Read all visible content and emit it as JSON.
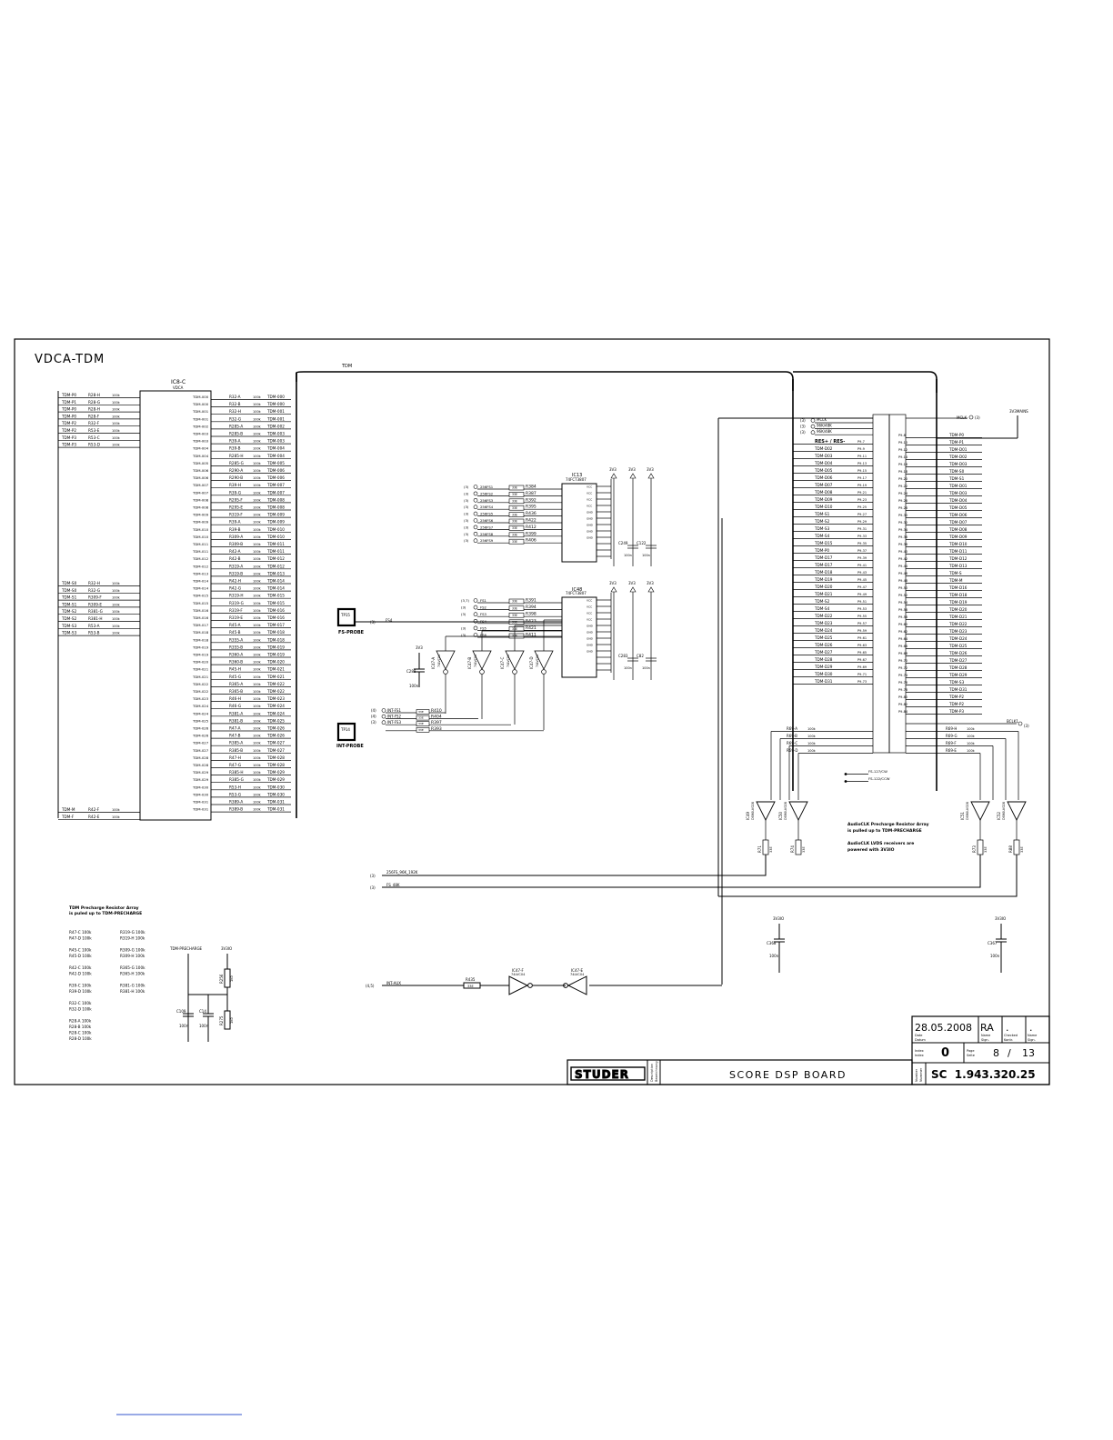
{
  "sheet_title": "VDCA-TDM",
  "bus_label": "TDM",
  "left_block": {
    "title": "IC8-C",
    "subtitle": "VDCA",
    "left_inputs": [
      "TDM-P0",
      "TDM-P1",
      "TDM-P0",
      "TDM-P0",
      "TDM-P2",
      "TDM-P2",
      "TDM-P3",
      "TDM-P3",
      "TDM-S0",
      "TDM-S0",
      "TDM-S1",
      "TDM-S1",
      "TDM-S2",
      "TDM-S2",
      "TDM-S3",
      "TDM-S3",
      "TDM-M",
      "TDM-F"
    ],
    "left_resistors": [
      "R28-H",
      "R28-G",
      "R28-H",
      "R28-F",
      "R32-F",
      "R53-E",
      "R53-C",
      "R53-D",
      "R32-H",
      "R32-G",
      "R309-F",
      "R309-E",
      "R381-G",
      "R381-H",
      "R53-A",
      "R53-B",
      "R42-F",
      "R42-E"
    ],
    "right_outputs": [
      "TDM-000",
      "TDM-000",
      "TDM-001",
      "TDM-001",
      "TDM-002",
      "TDM-003",
      "TDM-003",
      "TDM-004",
      "TDM-004",
      "TDM-005",
      "TDM-006",
      "TDM-006",
      "TDM-007",
      "TDM-007",
      "TDM-008",
      "TDM-008",
      "TDM-009",
      "TDM-009",
      "TDM-010",
      "TDM-010",
      "TDM-011",
      "TDM-011",
      "TDM-012",
      "TDM-012",
      "TDM-013",
      "TDM-014",
      "TDM-014",
      "TDM-015",
      "TDM-015",
      "TDM-016",
      "TDM-016",
      "TDM-017",
      "TDM-018",
      "TDM-018",
      "TDM-019",
      "TDM-019",
      "TDM-020",
      "TDM-021",
      "TDM-021",
      "TDM-022",
      "TDM-022",
      "TDM-023",
      "TDM-024",
      "TDM-024",
      "TDM-025",
      "TDM-026",
      "TDM-026",
      "TDM-027",
      "TDM-027",
      "TDM-028",
      "TDM-028",
      "TDM-029",
      "TDM-029",
      "TDM-030",
      "TDM-030",
      "TDM-031",
      "TDM-031"
    ],
    "right_resistors": [
      "R32-A",
      "R32-B",
      "R32-H",
      "R32-G",
      "R285-A",
      "R285-B",
      "R39-A",
      "R39-B",
      "R285-H",
      "R285-G",
      "R290-A",
      "R290-B",
      "R39-H",
      "R39-G",
      "R295-F",
      "R295-E",
      "R319-F",
      "R39-A",
      "R39-B",
      "R309-A",
      "R309-B",
      "R42-A",
      "R42-B",
      "R319-A",
      "R319-B",
      "R42-H",
      "R42-G",
      "R319-H",
      "R319-G",
      "R319-F",
      "R319-E",
      "R45-A",
      "R45-B",
      "R355-A",
      "R355-B",
      "R360-A",
      "R360-B",
      "R45-H",
      "R45-G",
      "R365-A",
      "R365-B",
      "R46-H",
      "R46-G",
      "R381-A",
      "R381-B",
      "R47-A",
      "R47-B",
      "R385-A",
      "R385-B",
      "R47-H",
      "R47-G",
      "R385-H",
      "R385-G",
      "R53-H",
      "R53-G",
      "R389-A",
      "R389-B"
    ]
  },
  "ic13": {
    "title": "IC13",
    "part": "74FCT3807",
    "inputs": [
      "256FS1",
      "256FS2",
      "256FS3",
      "256FS4",
      "256FS5",
      "256FS6",
      "256FS7",
      "256FS8",
      "256FS9"
    ],
    "resistors": [
      "R384",
      "R387",
      "R392",
      "R395",
      "R436",
      "R422",
      "R412",
      "R399",
      "R406"
    ],
    "values": [
      "33E",
      "33E",
      "33E",
      "33E",
      "33E",
      "33E",
      "33E",
      "33E",
      "33E"
    ],
    "refs": [
      "(3)",
      "(3)",
      "(3)",
      "(3)",
      "(3)",
      "(3)",
      "(3)",
      "(3)",
      "(3)"
    ],
    "caps": [
      {
        "name": "C249",
        "value": "100n"
      },
      {
        "name": "C122",
        "value": "100n"
      }
    ]
  },
  "ic48": {
    "title": "IC48",
    "part": "74FCT3807",
    "inputs": [
      "FS1",
      "FS2",
      "FS3",
      "FS4",
      "FS5",
      "FS6"
    ],
    "resistors": [
      "R391",
      "R394",
      "R398",
      "R423",
      "R421",
      "R411"
    ],
    "refs": [
      "(3,7)",
      "(3)",
      "(3)",
      "",
      "(3)",
      "(3)"
    ],
    "caps": [
      {
        "name": "C283",
        "value": "100n"
      },
      {
        "name": "C82",
        "value": "100n"
      }
    ]
  },
  "power_labels": [
    "3V3",
    "3V3",
    "3V3",
    "3V3",
    "3V3",
    "3V3",
    "3V3",
    "3V3D",
    "3V3D",
    "3V3D"
  ],
  "probes": [
    {
      "id": "TP15",
      "label": "FS-PROBE",
      "ref": "(3)",
      "net": "FS4"
    },
    {
      "id": "TP14",
      "label": "INT-PROBE",
      "ref": "(3)",
      "net": ""
    }
  ],
  "int_nets": [
    {
      "ref": "(4)",
      "net": "INT-FS1",
      "res": "R410"
    },
    {
      "ref": "(4)",
      "net": "INT-FS2",
      "res": "R404"
    },
    {
      "ref": "(3)",
      "net": "INT-FS3",
      "res": "R397"
    },
    {
      "ref": "",
      "net": "",
      "res": "R393"
    }
  ],
  "buffers_mid": [
    "IC47-A",
    "IC47-B",
    "IC47-C",
    "IC47-D"
  ],
  "buffers_part": "74LVC04",
  "cap_c288": {
    "name": "C288",
    "value": "100n"
  },
  "right_connector": {
    "left_labels": [
      "RES+ / RES-",
      "TDM-D02",
      "TDM-D03",
      "TDM-D04",
      "TDM-D05",
      "TDM-D06",
      "TDM-D07",
      "TDM-D08",
      "TDM-D09",
      "TDM-D10",
      "TDM-S1",
      "TDM-S2",
      "TDM-S3",
      "TDM-S4",
      "TDM-D15",
      "TDM-P0",
      "TDM-D17",
      "TDM-D17",
      "TDM-D18",
      "TDM-D19",
      "TDM-D20",
      "TDM-D21",
      "TDM-S2",
      "TDM-S4",
      "TDM-D22",
      "TDM-D23",
      "TDM-D24",
      "TDM-D25",
      "TDM-D26",
      "TDM-D27",
      "TDM-D28",
      "TDM-D29",
      "TDM-D30",
      "TDM-D31"
    ],
    "right_labels": [
      "TDM-P0",
      "TDM-P1",
      "TDM-D01",
      "TDM-D02",
      "TDM-D03",
      "TDM-S0",
      "TDM-S1",
      "TDM-D01",
      "TDM-D03",
      "TDM-D04",
      "TDM-D05",
      "TDM-D06",
      "TDM-D07",
      "TDM-D08",
      "TDM-D09",
      "TDM-D10",
      "TDM-D11",
      "TDM-D12",
      "TDM-D13",
      "TDM-S",
      "TDM-M",
      "TDM-D16",
      "TDM-D18",
      "TDM-D19",
      "TDM-D20",
      "TDM-D21",
      "TDM-D22",
      "TDM-D23",
      "TDM-D24",
      "TDM-D25",
      "TDM-D26",
      "TDM-D27",
      "TDM-D28",
      "TDM-D29",
      "TDM-S3",
      "TDM-D31",
      "TDM-P2",
      "TDM-P2",
      "TDM-P3"
    ],
    "top_nets": [
      {
        "ref": "(3)",
        "net": "MCLK"
      },
      {
        "ref": "(3)",
        "net": "96K/48K"
      },
      {
        "ref": "(3)",
        "net": "96K/48K"
      }
    ],
    "mclk": "MCLK",
    "mclk_ref": "(3)",
    "vmains": "3V3MAINS",
    "res_left": [
      {
        "r": "R69-A",
        "v": "100k"
      },
      {
        "r": "R69-B",
        "v": "100k"
      },
      {
        "r": "R69-C",
        "v": "100k"
      },
      {
        "r": "R69-D",
        "v": "100k"
      }
    ],
    "res_right": [
      {
        "r": "R69-H",
        "v": "100k"
      },
      {
        "r": "R69-G",
        "v": "100k"
      },
      {
        "r": "R69-F",
        "v": "100k"
      },
      {
        "r": "R69-E",
        "v": "100k"
      }
    ],
    "fs_extra": [
      "FS-127/CW",
      "FS-122/CCW"
    ],
    "bclk": "BCLK1",
    "bclk_ref": "(3)"
  },
  "lvds": {
    "receivers": [
      "IC49",
      "IC50",
      "IC51",
      "IC52"
    ],
    "part": "DS90LV028",
    "resistors": [
      {
        "r": "R71",
        "v": "33E"
      },
      {
        "r": "R74",
        "v": "33E"
      },
      {
        "r": "R73",
        "v": "33E"
      },
      {
        "r": "R88",
        "v": "33E"
      }
    ],
    "note1": "AudioCLK Precharge Resistor Array",
    "note2": "is pulled up to TDM-PRECHARGE",
    "note3": "AudioCLK LVDS receivers are",
    "note4": "powered with 3V3IO"
  },
  "bottom_nets": [
    {
      "ref": "(3)",
      "net": "256FS_96K_192K"
    },
    {
      "ref": "(3)",
      "net": "FS_48K"
    }
  ],
  "caps_bottom": [
    {
      "name": "C368",
      "value": "100n",
      "supply": "3V3IO"
    },
    {
      "name": "C367",
      "value": "100n",
      "supply": "3V3IO"
    }
  ],
  "int_aux": {
    "ref": "(4,5)",
    "net": "INT-AUX",
    "res": "R435",
    "res_val": "33E",
    "buf1": "IC47-F",
    "buf2": "IC47-E",
    "part": "74LVC04"
  },
  "precharge": {
    "title1": "TDM Precharge Resistor Array",
    "title2": "is puled up to TDM-PRECHARGE",
    "col1": [
      "R47-C 100k",
      "R47-D 100k",
      "",
      "R45-C 100k",
      "R45-D 100k",
      "",
      "R42-C 100k",
      "R42-D 100k",
      "",
      "R39-C 100k",
      "R39-D 100k",
      "",
      "R32-C 100k",
      "R32-D 100k",
      "",
      "R28-A 100k",
      "R28-B 100k",
      "R28-C 100k",
      "R28-D 100k"
    ],
    "col2": [
      "R319-G 100k",
      "R319-H 100k",
      "",
      "R309-G 100k",
      "R309-H 100k",
      "",
      "R365-G 100k",
      "R365-H 100k",
      "",
      "R381-G 100k",
      "R381-H 100k"
    ],
    "supply_left": "TDM-PRECHARGE",
    "supply_right": "3V3IO",
    "parts": [
      {
        "name": "C109",
        "value": "100n"
      },
      {
        "name": "C14",
        "value": "100n"
      },
      {
        "name": "R256",
        "value": "1K0"
      },
      {
        "name": "R275",
        "value": "1K0"
      }
    ]
  },
  "title_block": {
    "date": "28.05.2008",
    "initials": "RA",
    "dot1": ".",
    "dot2": ".",
    "date_label": "Date",
    "date_sub": "Datum",
    "name_label": "Name",
    "name_sub": "Sign.",
    "checked_label": "Checked",
    "checked_sub": "Kontr.",
    "name2_label": "Name",
    "name2_sub": "Sign.",
    "index_label": "Index",
    "index_sub": "Index",
    "index": "0",
    "page_label": "Page",
    "page_sub": "Seite",
    "page": "8",
    "slash": "/",
    "total": "13",
    "brand": "STUDER",
    "desc_label": "Description",
    "desc_sub": "Bezeichnung",
    "description": "SCORE DSP BOARD",
    "number_label": "Number",
    "number_sub": "Nummer",
    "doc_number": "SC  1.943.320.25"
  }
}
